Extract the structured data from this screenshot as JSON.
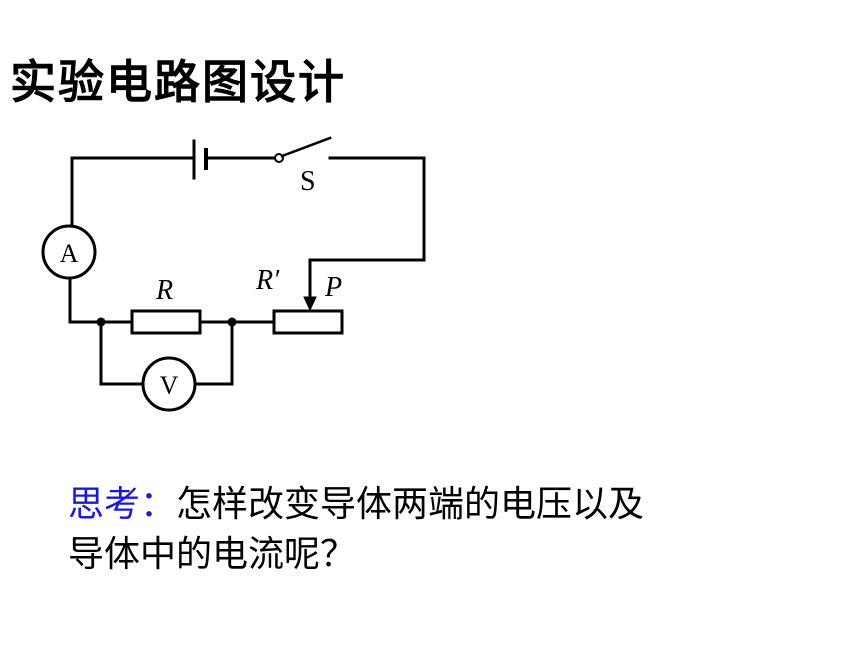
{
  "slide": {
    "title": "实验电路图设计"
  },
  "circuit": {
    "labels": {
      "switch": "S",
      "ammeter": "A",
      "voltmeter": "V",
      "resistor": "R",
      "rheostat": "R′",
      "slider": "P"
    }
  },
  "question": {
    "prefix": "思考：",
    "line1": "怎样改变导体两端的电压以及",
    "line2": "导体中的电流呢？"
  },
  "colors": {
    "prefix": "#1a1ad6",
    "text": "#000000",
    "wire": "#000000"
  }
}
